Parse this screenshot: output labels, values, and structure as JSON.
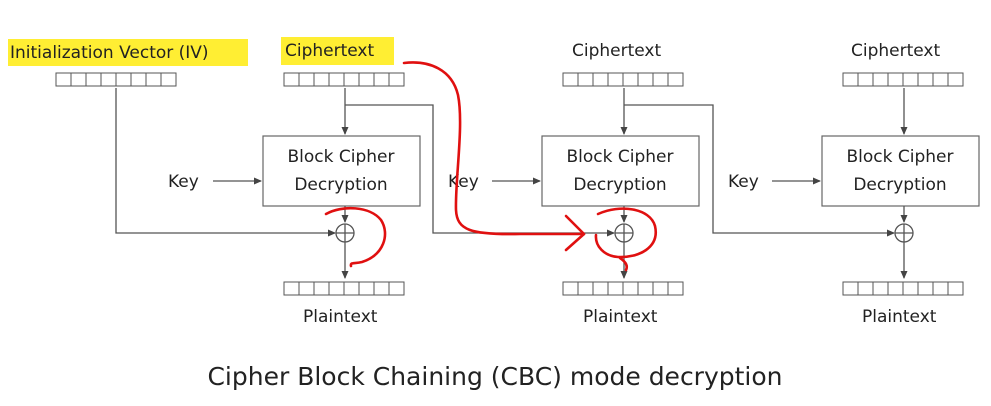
{
  "labels": {
    "iv": "Initialization Vector (IV)",
    "ciphertext": "Ciphertext",
    "key": "Key",
    "cipher_line1": "Block Cipher",
    "cipher_line2": "Decryption",
    "plaintext": "Plaintext",
    "caption": "Cipher Block Chaining (CBC) mode decryption"
  },
  "colors": {
    "highlight": "#ffee33",
    "annotation": "#e01010",
    "text": "#222222"
  }
}
